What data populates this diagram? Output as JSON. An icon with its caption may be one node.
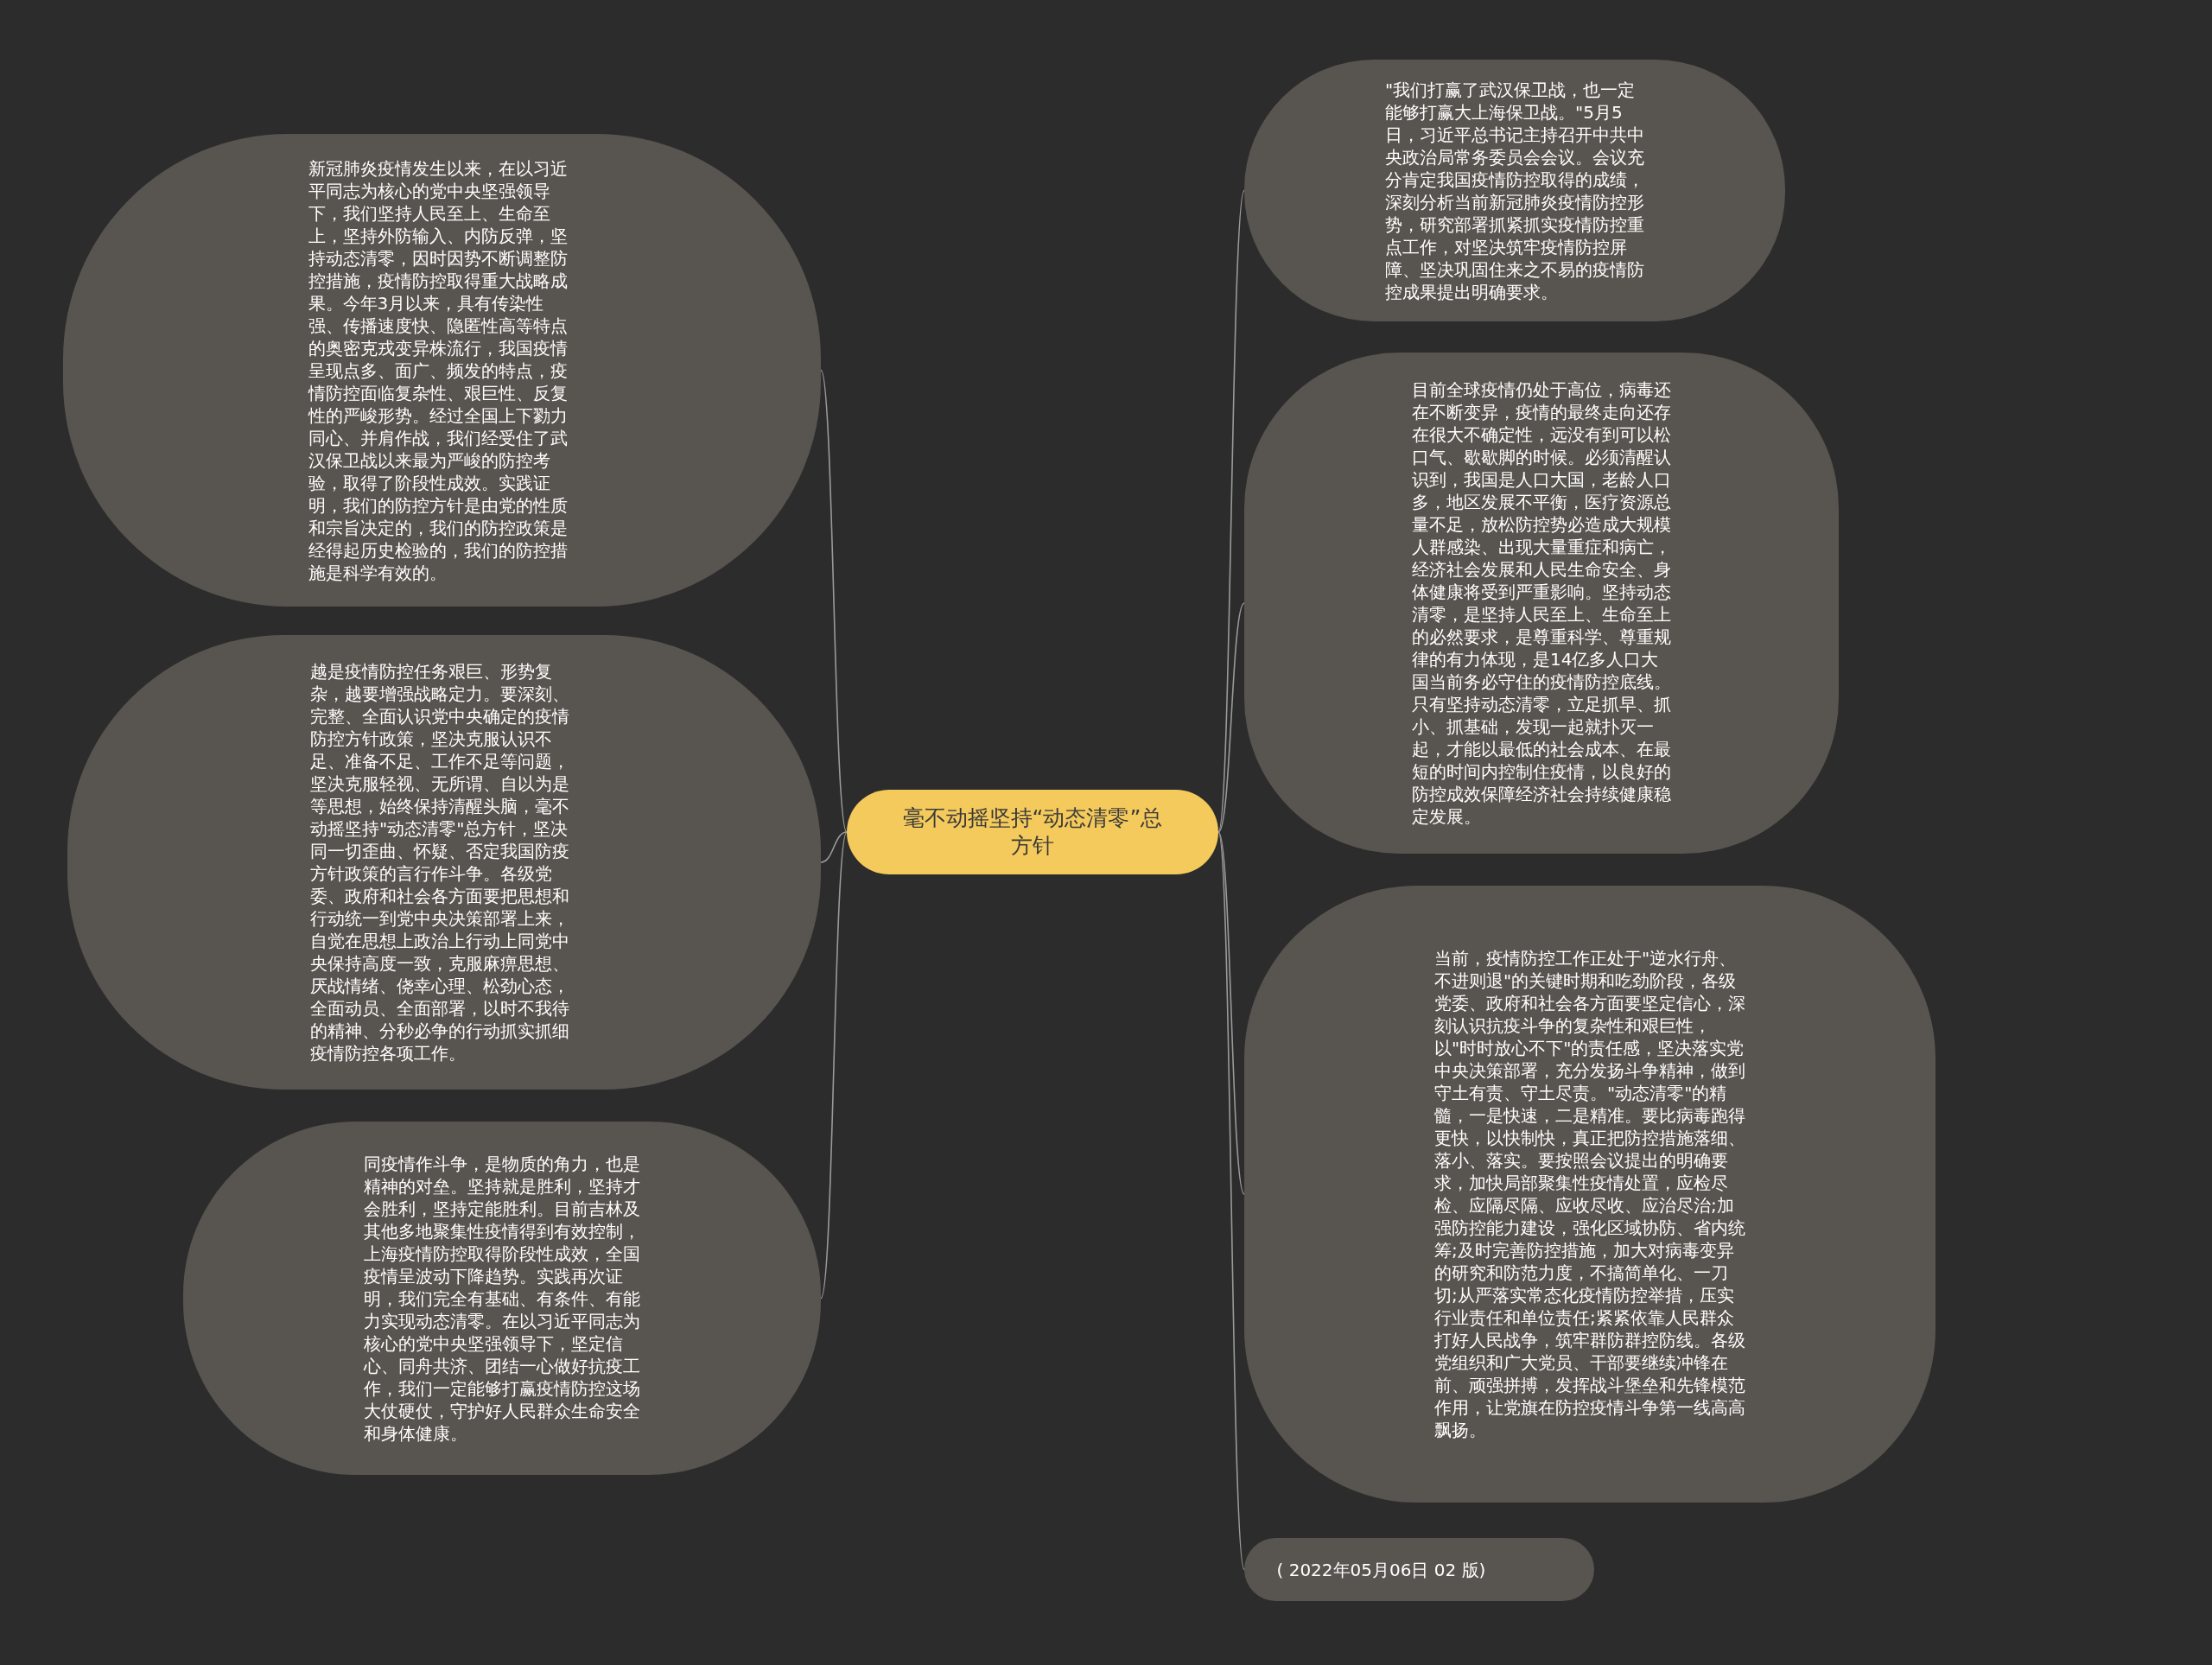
{
  "diagram": {
    "nodes": [
      {
        "text": [
          "毫不动摇坚持“动态清零”总方针"
        ]
      },
      {
        "text": [
          "新冠肺炎疫情发生以来，在以习近平同志为核心的党中央坚强领导下，我们坚持人民至上、生命至上，坚持外防输入、内防反弹，坚持动态清零，因时因势不断调整防控措施，疫情防控取得重大战略成果。今年3月以来，具有传染性强、传播速度快、隐匿性高等特点的奥密克戎变异株流行，我国疫情呈现点多、面广、频发的特点，疫情防控面临复杂性、艰巨性、反复性的严峻形势。经过全国上下勠力同心、并肩作战，我们经受住了武汉保卫战以来最为严峻的防控考验，取得了阶段性成效。实践证明，我们的防控方针是由党的性质和宗旨决定的，我们的防控政策是经得起历史检验的，我们的防控措施是科学有效的。"
        ]
      },
      {
        "text": [
          "越是疫情防控任务艰巨、形势复杂，越要增强战略定力。要深刻、完整、全面认识党中央确定的疫情防控方针政策，坚决克服认识不足、准备不足、工作不足等问题，坚决克服轻视、无所谓、自以为是等思想，始终保持清醒头脑，毫不动摇坚持\"动态清零\"总方针，坚决同一切歪曲、怀疑、否定我国防疫方针政策的言行作斗争。各级党委、政府和社会各方面要把思想和行动统一到党中央决策部署上来，自觉在思想上政治上行动上同党中央保持高度一致，克服麻痹思想、厌战情绪、侥幸心理、松劲心态，全面动员、全面部署，以时不我待的精神、分秒必争的行动抓实抓细疫情防控各项工作。"
        ]
      },
      {
        "text": [
          "同疫情作斗争，是物质的角力，也是精神的对垒。坚持就是胜利，坚持才会胜利，坚持定能胜利。目前吉林及其他多地聚集性疫情得到有效控制，上海疫情防控取得阶段性成效，全国疫情呈波动下降趋势。实践再次证明，我们完全有基础、有条件、有能力实现动态清零。在以习近平同志为核心的党中央坚强领导下，坚定信心、同舟共济、团结一心做好抗疫工作，我们一定能够打赢疫情防控这场大仗硬仗，守护好人民群众生命安全和身体健康。"
        ]
      },
      {
        "text": [
          "\"我们打赢了武汉保卫战，也一定能够打赢大上海保卫战。\"5月5日，习近平总书记主持召开中共中央政治局常务委员会会议。会议充分肯定我国疫情防控取得的成绩，深刻分析当前新冠肺炎疫情防控形势，研究部署抓紧抓实疫情防控重点工作，对坚决筑牢疫情防控屏障、坚决巩固住来之不易的疫情防控成果提出明确要求。"
        ]
      },
      {
        "text": [
          "目前全球疫情仍处于高位，病毒还在不断变异，疫情的最终走向还存在很大不确定性，远没有到可以松口气、歇歇脚的时候。必须清醒认识到，我国是人口大国，老龄人口多，地区发展不平衡，医疗资源总量不足，放松防控势必造成大规模人群感染、出现大量重症和病亡，经济社会发展和人民生命安全、身体健康将受到严重影响。坚持动态清零，是坚持人民至上、生命至上的必然要求，是尊重科学、尊重规律的有力体现，是14亿多人口大国当前务必守住的疫情防控底线。只有坚持动态清零，立足抓早、抓小、抓基础，发现一起就扑灭一起，才能以最低的社会成本、在最短的时间内控制住疫情，以良好的防控成效保障经济社会持续健康稳定发展。"
        ]
      },
      {
        "text": [
          "当前，疫情防控工作正处于\"逆水行舟、不进则退\"的关键时期和吃劲阶段，各级党委、政府和社会各方面要坚定信心，深刻认识抗疫斗争的复杂性和艰巨性，以\"时时放心不下\"的责任感，坚决落实党中央决策部署，充分发扬斗争精神，做到守土有责、守土尽责。\"动态清零\"的精髓，一是快速，二是精准。要比病毒跑得更快，以快制快，真正把防控措施落细、落小、落实。要按照会议提出的明确要求，加快局部聚集性疫情处置，应检尽检、应隔尽隔、应收尽收、应治尽治;加强防控能力建设，强化区域协防、省内统筹;及时完善防控措施，加大对病毒变异的研究和防范力度，不搞简单化、一刀切;从严落实常态化疫情防控举措，压实行业责任和单位责任;紧紧依靠人民群众打好人民战争，筑牢群防群控防线。各级党组织和广大党员、干部要继续冲锋在前、顽强拼搏，发挥战斗堡垒和先锋模范作用，让党旗在防控疫情斗争第一线高高飘扬。"
        ]
      },
      {
        "text": [
          "( 2022年05月06日 02 版)"
        ]
      }
    ],
    "edges": [
      {
        "from": 0,
        "to": 1,
        "arrow": "none"
      },
      {
        "from": 0,
        "to": 2,
        "arrow": "none"
      },
      {
        "from": 0,
        "to": 3,
        "arrow": "none"
      },
      {
        "from": 0,
        "to": 4,
        "arrow": "none"
      },
      {
        "from": 0,
        "to": 5,
        "arrow": "none"
      },
      {
        "from": 0,
        "to": 6,
        "arrow": "none"
      },
      {
        "from": 0,
        "to": 7,
        "arrow": "none"
      }
    ]
  }
}
